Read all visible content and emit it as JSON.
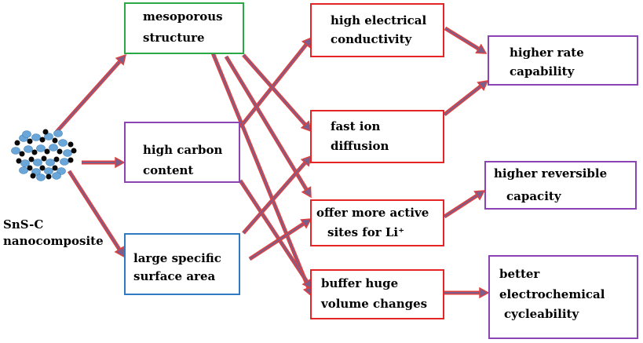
{
  "colors": {
    "arrow": "#e04040",
    "arrow_core": "#7a5f8c",
    "green": "#2aa845",
    "red": "#e52525",
    "purple": "#8a44b4",
    "blue": "#2f7ac0",
    "particle_black": "#0a0a0a",
    "particle_blue": "#6aa6d8"
  },
  "source": {
    "line1": "SnS-C",
    "line2": "nanocomposite"
  },
  "properties": {
    "mesoporous": {
      "line1": "mesoporous",
      "line2": "structure"
    },
    "carbon": {
      "line1": "high carbon",
      "line2": "content"
    },
    "surface": {
      "line1": "large specific",
      "line2": "surface area"
    }
  },
  "effects": {
    "conductivity": {
      "line1": "high electrical",
      "line2": "conductivity"
    },
    "diffusion": {
      "line1": "fast ion",
      "line2": "diffusion"
    },
    "active_sites": {
      "line1": "offer more active",
      "line2": "sites for Li⁺"
    },
    "buffer": {
      "line1": "buffer huge",
      "line2": "volume changes"
    }
  },
  "outcomes": {
    "rate": {
      "line1": "higher rate",
      "line2": "capability"
    },
    "reversible": {
      "line1": "higher reversible",
      "line2": "capacity"
    },
    "cycle": {
      "line1": "better",
      "line2": "electrochemical",
      "line3": "cycleability"
    }
  }
}
